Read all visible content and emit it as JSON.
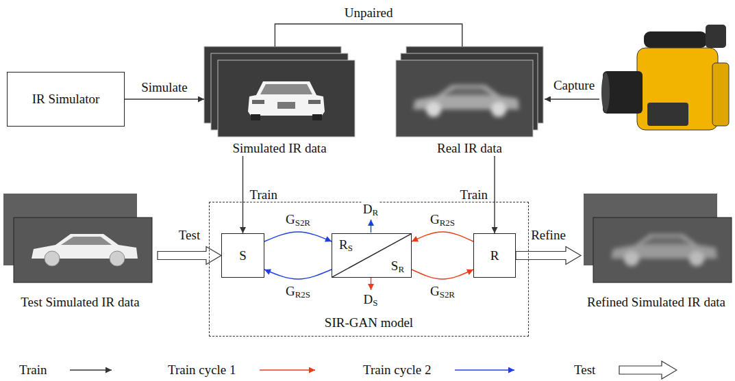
{
  "diagram": {
    "nodes": [
      {
        "text": [
          "IR Simulator"
        ]
      },
      {
        "text": [
          "Simulated IR data"
        ]
      },
      {
        "text": [
          "Real IR data"
        ]
      },
      {
        "text": [
          "Test Simulated IR data"
        ]
      },
      {
        "text": [
          "SIR-GAN model"
        ]
      },
      {
        "text": [
          "S"
        ],
        "in": 4
      },
      {
        "text": [
          "RS",
          "SR"
        ],
        "in": 4
      },
      {
        "text": [
          "R"
        ],
        "in": 4
      },
      {
        "text": [
          "Refined Simulated IR data"
        ]
      }
    ],
    "edges": [
      {
        "from": 0,
        "to": 1,
        "label": "Simulate",
        "arrow": "to"
      },
      {
        "from": 1,
        "to": 2,
        "label": "Unpaired",
        "arrow": "none"
      },
      {
        "from": 1,
        "to": 5,
        "label": "Train",
        "arrow": "to"
      },
      {
        "from": 2,
        "to": 7,
        "label": "Train",
        "arrow": "to"
      },
      {
        "from": 5,
        "to": 6,
        "label": "GS2R",
        "arrow": "to"
      },
      {
        "from": 6,
        "to": 5,
        "label": "GR2S",
        "arrow": "to"
      },
      {
        "from": 7,
        "to": 6,
        "label": "GR2S",
        "arrow": "to"
      },
      {
        "from": 6,
        "to": 7,
        "label": "GS2R",
        "arrow": "to"
      },
      {
        "from": 3,
        "to": 5,
        "label": "Test",
        "arrow": "to"
      },
      {
        "from": 7,
        "to": 8,
        "label": "Refine",
        "arrow": "to"
      }
    ],
    "labels": [
      "Capture",
      "DR",
      "DS"
    ],
    "legend": [
      {
        "text": "Train"
      },
      {
        "text": "Train cycle 1"
      },
      {
        "text": "Train cycle 2"
      },
      {
        "text": "Test"
      }
    ]
  }
}
